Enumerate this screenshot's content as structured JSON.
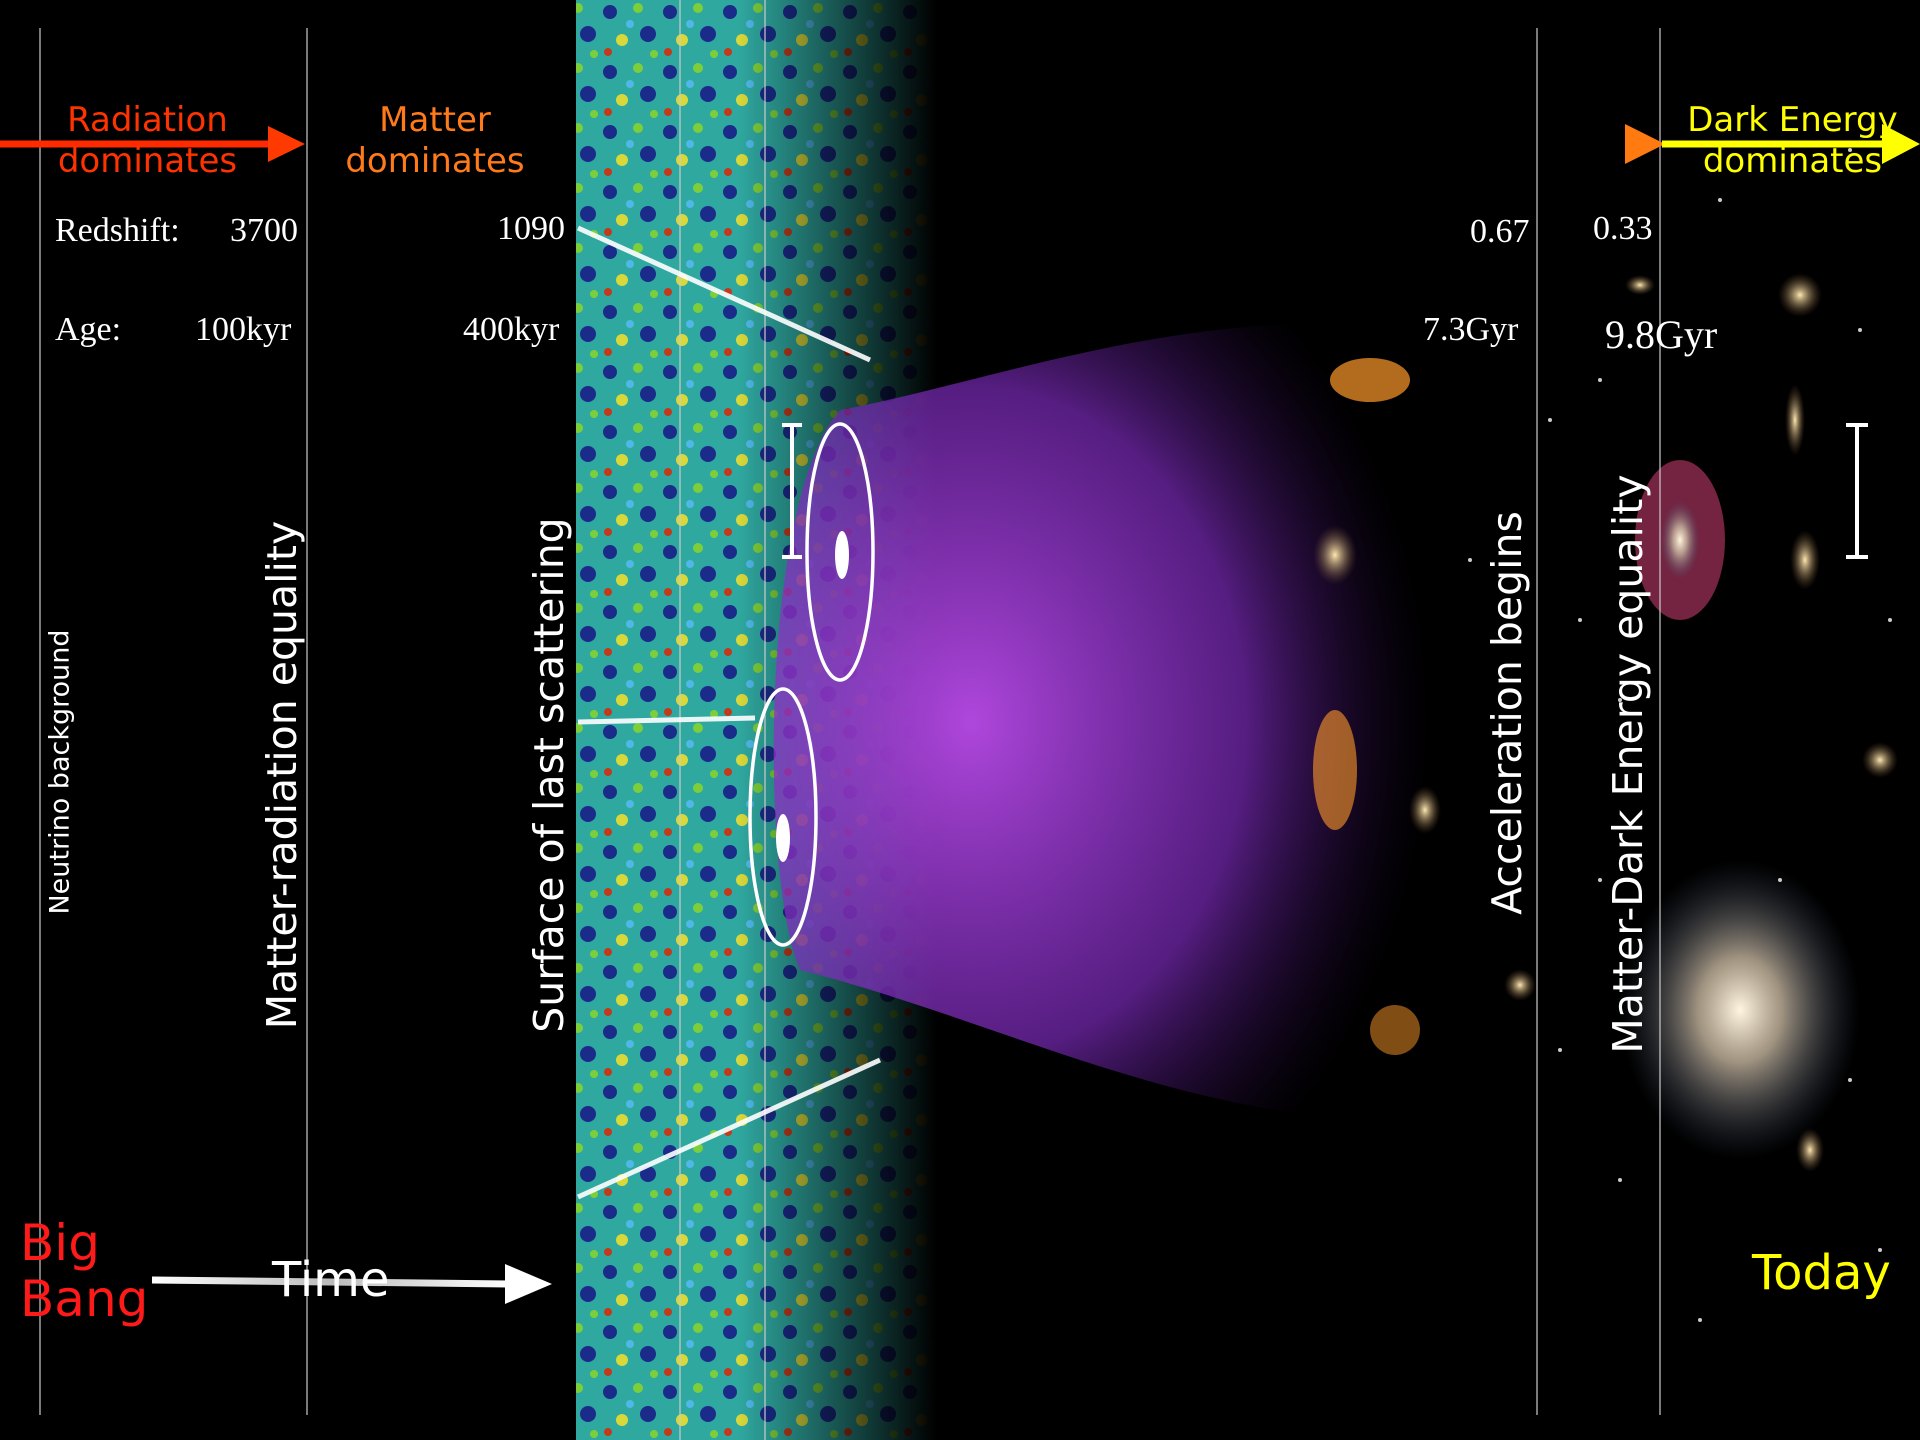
{
  "eras": [
    {
      "line1": "Radiation",
      "line2": "dominates",
      "color": "#ff3300"
    },
    {
      "line1": "Matter",
      "line2": "dominates",
      "color": "#ff7a1a"
    },
    {
      "line1": "Dark Energy",
      "line2": "dominates",
      "color": "#ffff00"
    }
  ],
  "redshift": {
    "label": "Redshift:",
    "values": [
      "3700",
      "1090",
      "0.67",
      "0.33"
    ]
  },
  "age": {
    "label": "Age:",
    "values": [
      "100kyr",
      "400kyr",
      "7.3Gyr",
      "9.8Gyr"
    ]
  },
  "milestones": [
    "Neutrino background",
    "Matter-radiation equality",
    "Surface of last scattering",
    "Acceleration begins",
    "Matter-Dark Energy equality"
  ],
  "big_bang": {
    "line1": "Big",
    "line2": "Bang",
    "color": "#ff1a1a"
  },
  "time_label": "Time",
  "today_label": "Today",
  "today_color": "#ffff00"
}
